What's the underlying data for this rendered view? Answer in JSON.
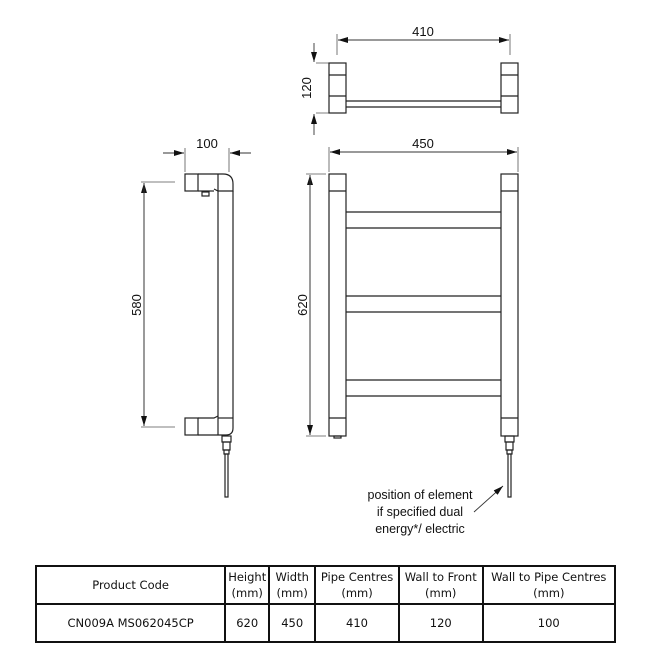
{
  "drawing": {
    "top_view": {
      "width_dim": "410",
      "depth_dim": "120"
    },
    "side_view": {
      "projection_dim": "100",
      "height_dim": "580"
    },
    "front_view": {
      "width_dim": "450",
      "height_dim": "620"
    },
    "note": {
      "line1": "position of element",
      "line2": "if specified dual",
      "line3": "energy*/ electric"
    }
  },
  "table": {
    "headers": [
      {
        "line1": "Product Code",
        "line2": ""
      },
      {
        "line1": "Height",
        "line2": "(mm)"
      },
      {
        "line1": "Width",
        "line2": "(mm)"
      },
      {
        "line1": "Pipe Centres",
        "line2": "(mm)"
      },
      {
        "line1": "Wall to Front",
        "line2": "(mm)"
      },
      {
        "line1": "Wall to Pipe Centres",
        "line2": "(mm)"
      }
    ],
    "rows": [
      {
        "product_code": "CN009A MS062045CP",
        "height": "620",
        "width": "450",
        "pipe_centres": "410",
        "wall_to_front": "120",
        "wall_to_pipe_centres": "100"
      }
    ]
  },
  "colors": {
    "line": "#222222",
    "dim_line": "#555555",
    "background": "#ffffff"
  }
}
